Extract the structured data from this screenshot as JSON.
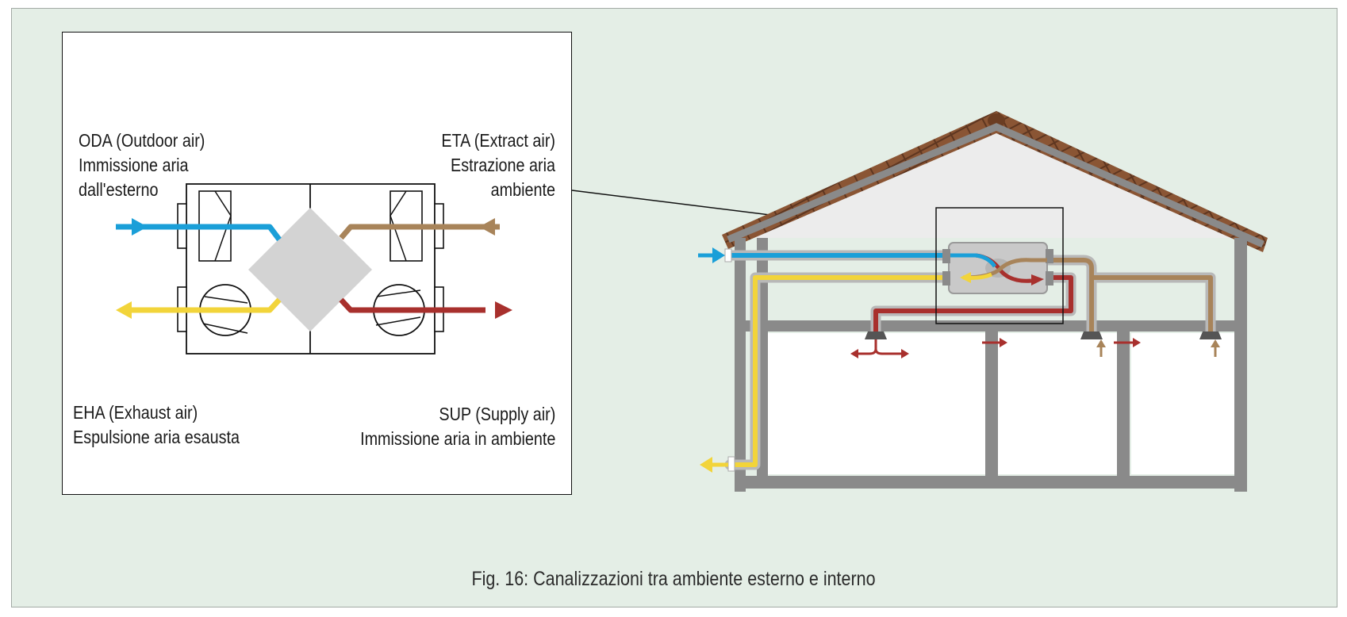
{
  "colors": {
    "outdoor_air": "#1a9fd8",
    "extract_air": "#a8845a",
    "exhaust_air": "#f2d43a",
    "supply_air": "#a8302d",
    "roof": "#7a4a2d",
    "wall": "#8a8a8a",
    "background": "#e4eee6"
  },
  "detail": {
    "oda": {
      "line1": "ODA (Outdoor air)",
      "line2": "Immissione aria",
      "line3": "dall'esterno"
    },
    "eta": {
      "line1": "ETA (Extract air)",
      "line2": "Estrazione aria",
      "line3": "ambiente"
    },
    "eha": {
      "line1": "EHA (Exhaust air)",
      "line2": "Espulsione aria esausta"
    },
    "sup": {
      "line1": "SUP (Supply air)",
      "line2": "Immissione aria in ambiente"
    }
  },
  "caption": "Fig. 16: Canalizzazioni tra ambiente esterno e interno",
  "icons": [
    "fan-icon",
    "filter-icon",
    "heat-exchanger-icon",
    "arrow-right-icon",
    "arrow-left-icon",
    "diffuser-icon"
  ]
}
